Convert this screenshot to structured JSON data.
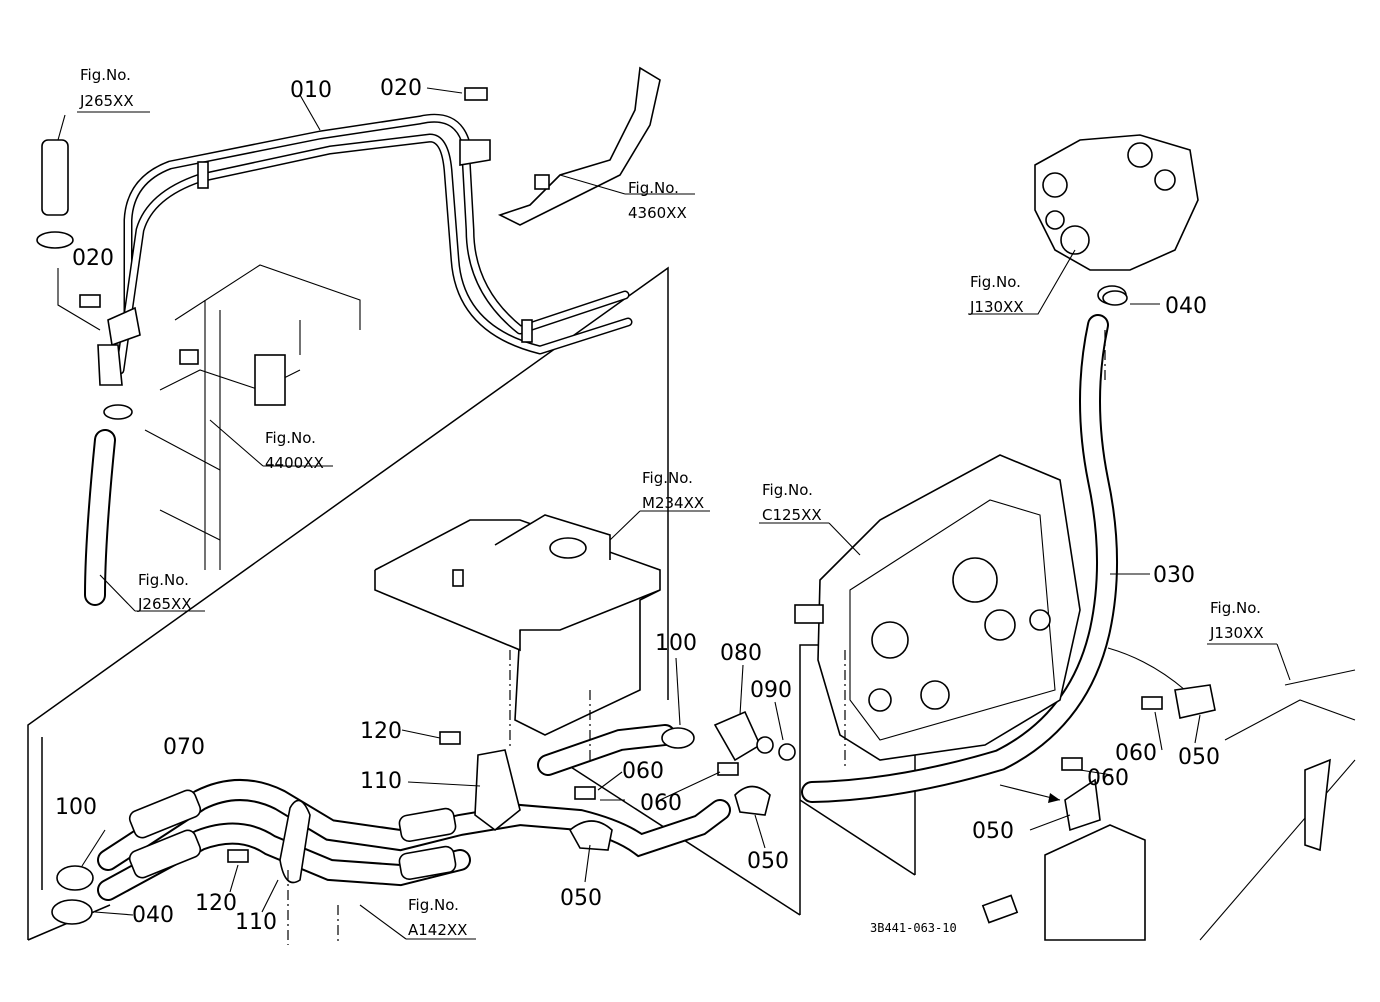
{
  "part_labels": {
    "p010": "010",
    "p020a": "020",
    "p020b": "020",
    "p030": "030",
    "p040a": "040",
    "p040b": "040",
    "p050a": "050",
    "p050b": "050",
    "p050c": "050",
    "p050d": "050",
    "p060a": "060",
    "p060b": "060",
    "p060c": "060",
    "p060d": "060",
    "p070": "070",
    "p080": "080",
    "p090": "090",
    "p100a": "100",
    "p100b": "100",
    "p110a": "110",
    "p110b": "110",
    "p120a": "120",
    "p120b": "120"
  },
  "figure_refs": [
    {
      "title": "Fig.No.",
      "code": "J265XX"
    },
    {
      "title": "Fig.No.",
      "code": "4360XX"
    },
    {
      "title": "Fig.No.",
      "code": "J130XX"
    },
    {
      "title": "Fig.No.",
      "code": "4400XX"
    },
    {
      "title": "Fig.No.",
      "code": "M234XX"
    },
    {
      "title": "Fig.No.",
      "code": "C125XX"
    },
    {
      "title": "Fig.No.",
      "code": "J265XX"
    },
    {
      "title": "Fig.No.",
      "code": "J130XX"
    },
    {
      "title": "Fig.No.",
      "code": "A142XX"
    }
  ],
  "drawing_code": "3B441-063-10"
}
